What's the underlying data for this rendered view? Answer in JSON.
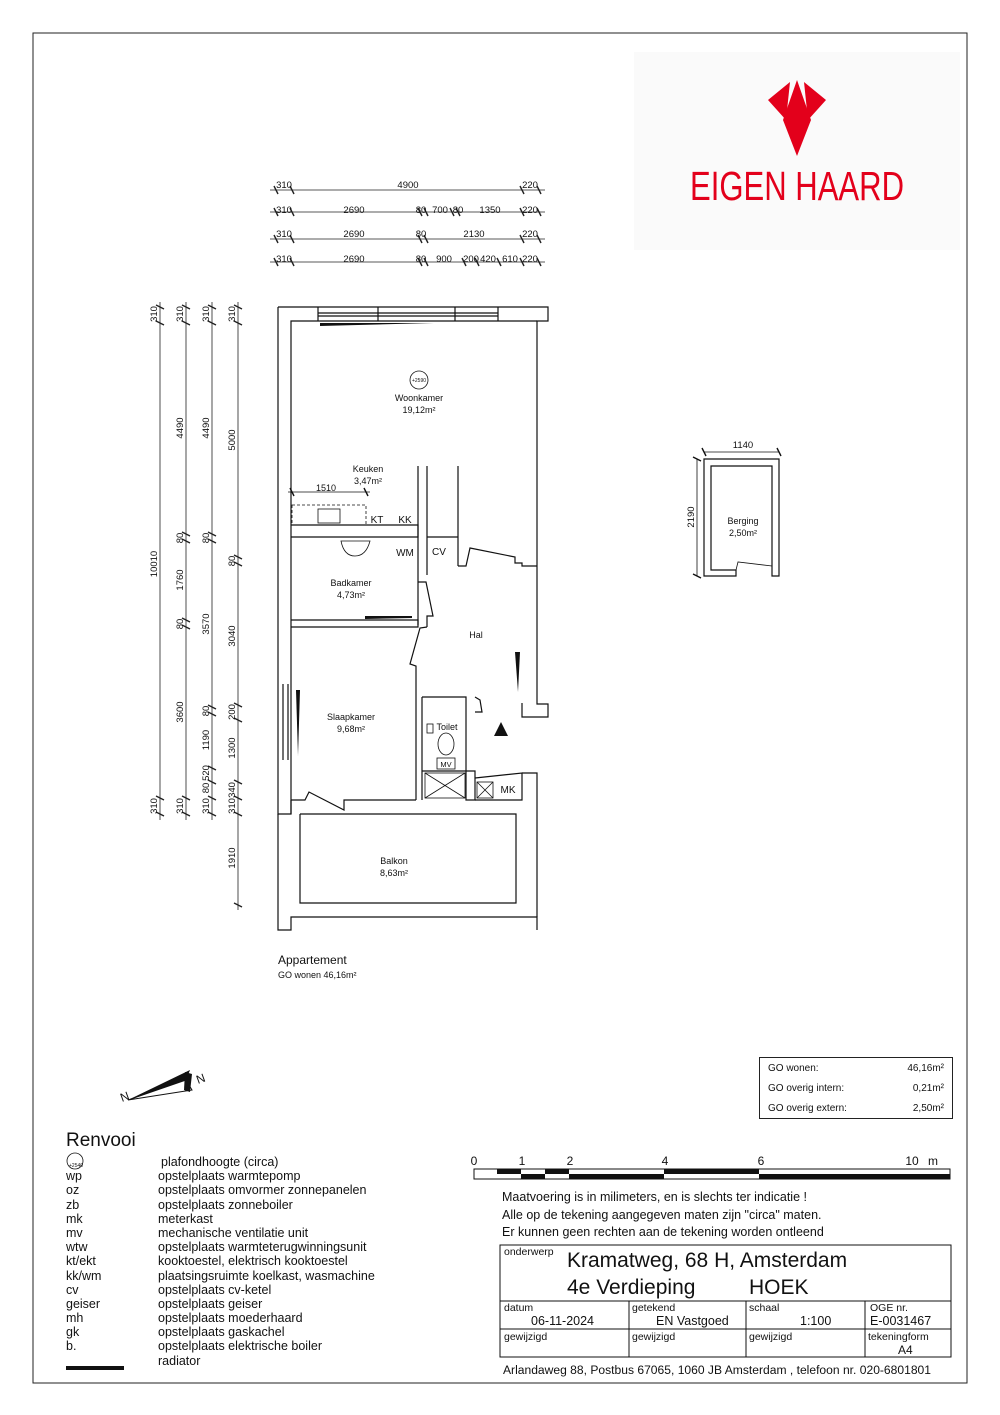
{
  "brand": {
    "name": "EIGEN HAARD",
    "color": "#e3001b"
  },
  "dims_top": {
    "r1": [
      "310",
      "4900",
      "220"
    ],
    "r2": [
      "310",
      "2690",
      "80",
      "700",
      "80",
      "1350",
      "220"
    ],
    "r3": [
      "310",
      "2690",
      "80",
      "2130",
      "220"
    ],
    "r4": [
      "310",
      "2690",
      "80",
      "900",
      "200",
      "420",
      "610",
      "220"
    ]
  },
  "dims_left": {
    "c1": [
      "310",
      "10010",
      "310"
    ],
    "c2": [
      "310",
      "4490",
      "80",
      "1760",
      "80",
      "3600",
      "310"
    ],
    "c3": [
      "310",
      "4490",
      "80",
      "3570",
      "80",
      "1190",
      "520",
      "80",
      "310"
    ],
    "c4": [
      "310",
      "5000",
      "80",
      "3040",
      "200",
      "1300",
      "310",
      "340",
      "1910"
    ]
  },
  "rooms": {
    "woonkamer": {
      "name": "Woonkamer",
      "area": "19,12m²"
    },
    "keuken": {
      "name": "Keuken",
      "area": "3,47m²"
    },
    "badkamer": {
      "name": "Badkamer",
      "area": "4,73m²"
    },
    "hal": {
      "name": "Hal"
    },
    "slaapkamer": {
      "name": "Slaapkamer",
      "area": "9,68m²"
    },
    "toilet": {
      "name": "Toilet"
    },
    "balkon": {
      "name": "Balkon",
      "area": "8,63m²"
    },
    "berging": {
      "name": "Berging",
      "area": "2,50m²"
    }
  },
  "markers": {
    "ceiling": "+2590",
    "kt": "KT",
    "kk": "KK",
    "wm": "WM",
    "cv": "CV",
    "mv": "MV",
    "mk": "MK"
  },
  "keuken_dim": "1510",
  "berging_dims": {
    "width": "1140",
    "depth": "2190"
  },
  "apartment": {
    "title": "Appartement",
    "go": "GO wonen 46,16m²"
  },
  "north": {
    "letter": "N"
  },
  "area_table": [
    {
      "label": "GO wonen:",
      "value": "46,16m²"
    },
    {
      "label": "GO overig intern:",
      "value": "0,21m²"
    },
    {
      "label": "GO overig extern:",
      "value": "2,50m²"
    }
  ],
  "legend": {
    "title": "Renvooi",
    "items": [
      {
        "code": "+2540",
        "text": "plafondhoogte (circa)"
      },
      {
        "code": "wp",
        "text": "opstelplaats warmtepomp"
      },
      {
        "code": "oz",
        "text": "opstelplaats omvormer zonnepanelen"
      },
      {
        "code": "zb",
        "text": "opstelplaats zonneboiler"
      },
      {
        "code": "mk",
        "text": "meterkast"
      },
      {
        "code": "mv",
        "text": "mechanische ventilatie unit"
      },
      {
        "code": "wtw",
        "text": "opstelplaats warmteterugwinningsunit"
      },
      {
        "code": "kt/ekt",
        "text": "kooktoestel, elektrisch kooktoestel"
      },
      {
        "code": "kk/wm",
        "text": "plaatsingsruimte koelkast, wasmachine"
      },
      {
        "code": "cv",
        "text": "opstelplaats cv-ketel"
      },
      {
        "code": "geiser",
        "text": "opstelplaats geiser"
      },
      {
        "code": "mh",
        "text": "opstelplaats moederhaard"
      },
      {
        "code": "gk",
        "text": "opstelplaats gaskachel"
      },
      {
        "code": "b.",
        "text": "opstelplaats elektrische boiler"
      },
      {
        "code": "",
        "text": "radiator"
      }
    ]
  },
  "scale_bar": {
    "ticks": [
      "0",
      "1",
      "2",
      "4",
      "6",
      "10"
    ],
    "unit": "m"
  },
  "notes": [
    "Maatvoering is in milimeters, en is slechts ter indicatie !",
    "Alle op de tekening aangegeven maten zijn \"circa\" maten.",
    "Er kunnen geen rechten aan de tekening worden ontleend"
  ],
  "title_block": {
    "onderwerp_label": "onderwerp",
    "address": "Kramatweg, 68 H, Amsterdam",
    "floor": "4e Verdieping",
    "position": "HOEK",
    "datum_label": "datum",
    "datum": "06-11-2024",
    "getekend_label": "getekend",
    "getekend": "EN Vastgoed",
    "schaal_label": "schaal",
    "schaal": "1:100",
    "oge_label": "OGE nr.",
    "oge": "E-0031467",
    "gewijzigd_label": "gewijzigd",
    "tekeningform_label": "tekeningform",
    "tekeningform": "A4",
    "footer": "Arlandaweg 88, Postbus 67065, 1060 JB Amsterdam , telefoon nr. 020-6801801"
  }
}
